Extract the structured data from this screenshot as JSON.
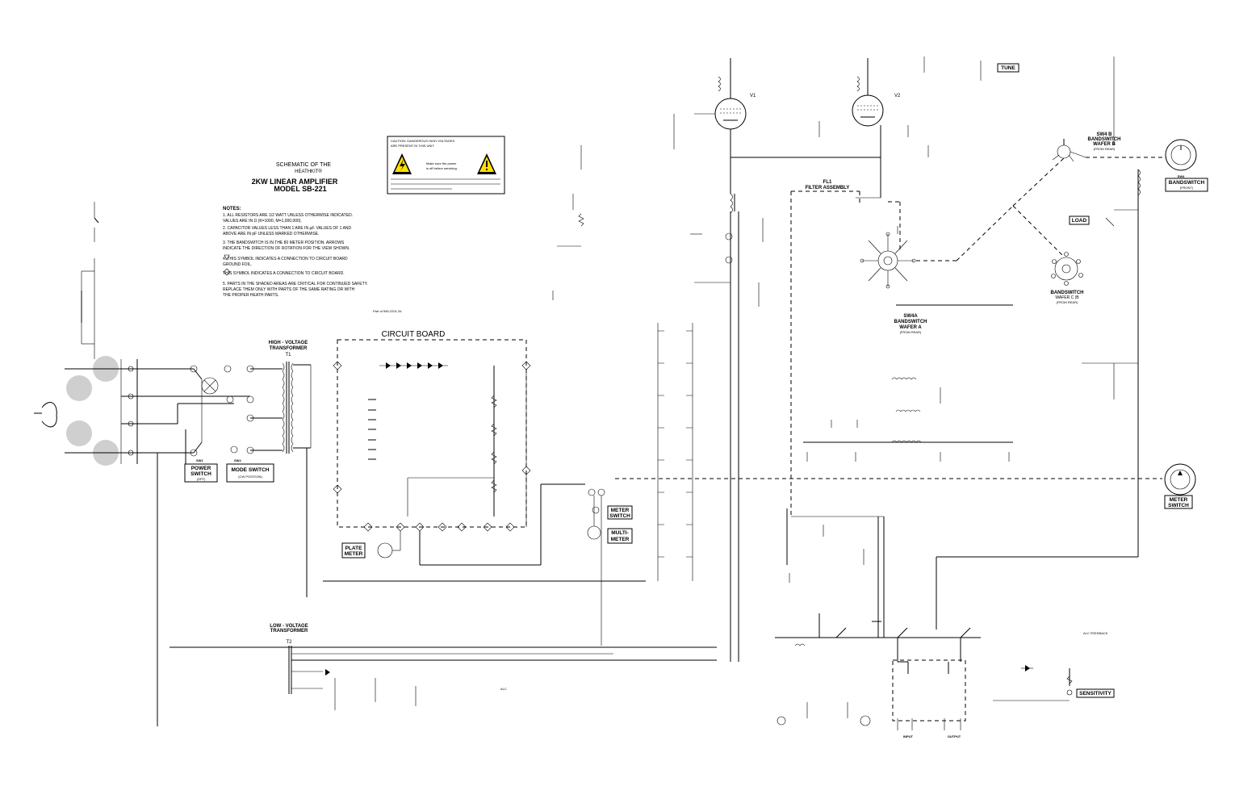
{
  "title_block": {
    "line1": "SCHEMATIC OF THE",
    "line2": "HEATHKIT®",
    "line3": "2KW LINEAR AMPLIFIER",
    "line4": "MODEL SB-221"
  },
  "notes": {
    "heading": "NOTES:",
    "items": [
      "1. ALL RESISTORS ARE 1/2 WATT UNLESS OTHERWISE INDICATED.",
      "   VALUES ARE IN Ω (K=1000, M=1,000,000).",
      "2. CAPACITOR VALUES LESS THAN 1 ARE IN µF. VALUES OF 1 AND",
      "   ABOVE ARE IN pF UNLESS MARKED OTHERWISE.",
      "3. THE BANDSWITCH IS IN THE 80 METER POSITION. ARROWS",
      "   INDICATE THE DIRECTION OF ROTATION FOR THE VIEW SHOWN.",
      "4. THIS SYMBOL INDICATES A CONNECTION TO CIRCUIT BOARD",
      "   GROUND FOIL.",
      "   THIS SYMBOL INDICATES A CONNECTION TO CIRCUIT BOARD.",
      "5. PARTS IN THE SHADED AREAS ARE CRITICAL FOR CONTINUED SAFETY.",
      "   REPLACE THEM ONLY WITH PARTS OF THE SAME RATING OR WITH",
      "   THE PROPER HEATH PARTS."
    ],
    "part_no": "Part of 595-2201-34"
  },
  "labels": {
    "circuit_board": "CIRCUIT BOARD",
    "hv_transformer_1": "HIGH - VOLTAGE",
    "hv_transformer_2": "TRANSFORMER",
    "t1": "T1",
    "lv_transformer_1": "LOW - VOLTAGE",
    "lv_transformer_2": "TRANSFORMER",
    "t2": "T2",
    "filter_1": "FL1",
    "filter_2": "FILTER ASSEMBLY",
    "v1": "V1",
    "v2": "V2",
    "sw4a_1": "SW4A",
    "sw4a_2": "BANDSWITCH",
    "sw4a_3": "WAFER A",
    "sw4a_4": "(FROM REAR)",
    "sw4b_1": "SW4 B",
    "sw4b_2": "BANDSWITCH",
    "sw4b_3": "WAFER B",
    "sw4b_4": "(FROM REAR)",
    "wafer_c_1": "BANDSWITCH",
    "wafer_c_2": "WAFER C (B",
    "wafer_c_3": "(FROM REAR)",
    "input": "INPUT",
    "output": "OUTPUT",
    "alc": "ALC",
    "alc_feedback": "ALC FEEDBACK"
  },
  "boxed_labels": {
    "tune": "TUNE",
    "load": "LOAD",
    "sensitivity": "SENSITIVITY",
    "bandswitch_1": "BANDSWITCH",
    "bandswitch_2": "(FRONT)",
    "meter_switch_1": "METER",
    "meter_switch_2": "SWITCH",
    "meter_sw_1": "METER",
    "meter_sw_2": "SWITCH",
    "multimeter_1": "MULTI-",
    "multimeter_2": "METER",
    "plate_meter_1": "PLATE",
    "plate_meter_2": "METER",
    "power_switch_1": "POWER",
    "power_switch_2": "SWITCH",
    "power_switch_3": "(OFF)",
    "mode_switch_1": "MODE SWITCH",
    "mode_switch_2": "(CW POSITION)",
    "sw1": "SW1",
    "sw2": "SW2",
    "sw4": "SW4"
  },
  "warning": {
    "line1": "CAUTION: DANGEROUS HIGH VOLTAGES",
    "line2": "ARE PRESENT IN THIS UNIT.",
    "line3": "Make sure the power",
    "line4": "is off before servicing."
  },
  "colors": {
    "ink": "#000000",
    "paper": "#ffffff",
    "shade": "#cfcfcf"
  }
}
